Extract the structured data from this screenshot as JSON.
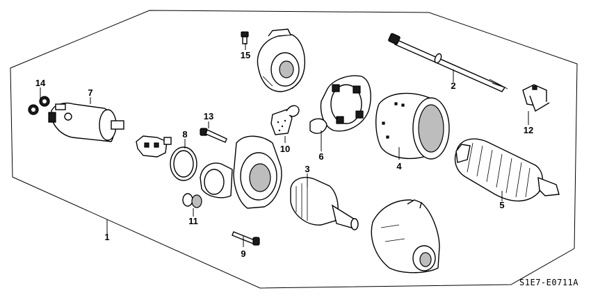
{
  "diagram": {
    "labels": {
      "p1": "1",
      "p2": "2",
      "p3": "3",
      "p4": "4",
      "p5": "5",
      "p6": "6",
      "p7": "7",
      "p8": "8",
      "p9": "9",
      "p10": "10",
      "p11": "11",
      "p12": "12",
      "p13": "13",
      "p14": "14",
      "p15": "15"
    },
    "drawing_code": "S1E7-E0711A"
  }
}
